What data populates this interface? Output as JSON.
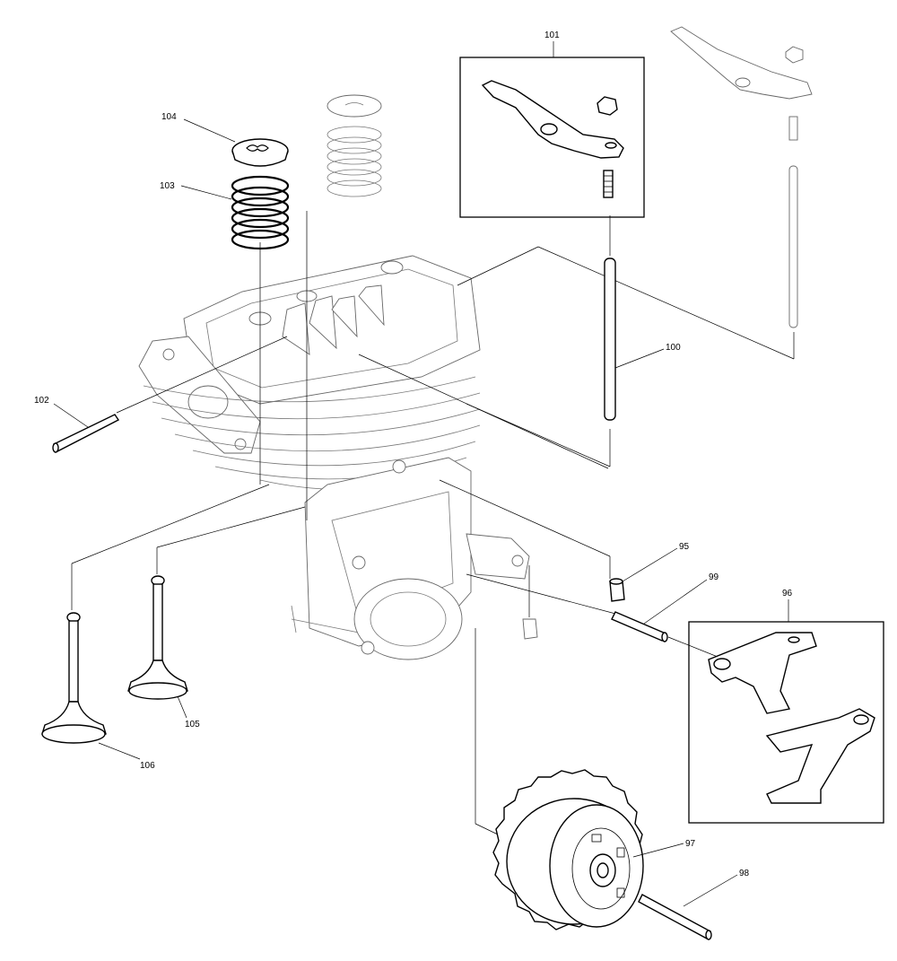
{
  "labels": {
    "p95": "95",
    "p96": "96",
    "p97": "97",
    "p98": "98",
    "p99": "99",
    "p100": "100",
    "p101": "101",
    "p102": "102",
    "p103": "103",
    "p104": "104",
    "p105": "105",
    "p106": "106"
  },
  "colors": {
    "line": "#000000",
    "ghost": "#666666",
    "background": "#ffffff"
  }
}
